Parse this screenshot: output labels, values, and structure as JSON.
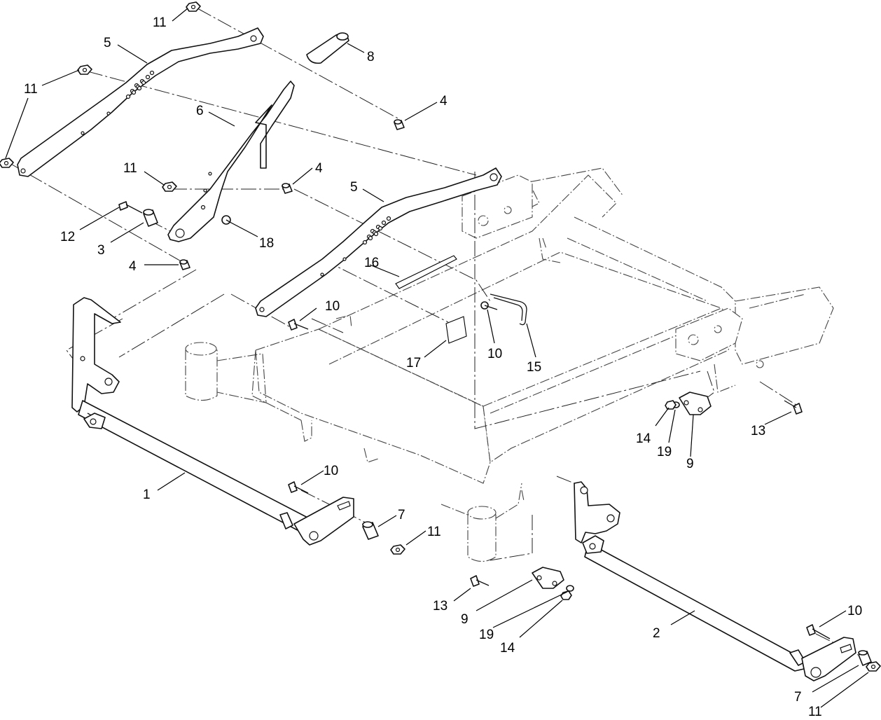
{
  "callouts": {
    "c1": "1",
    "c2": "2",
    "c3": "3",
    "c4a": "4",
    "c4b": "4",
    "c4c": "4",
    "c5a": "5",
    "c5b": "5",
    "c6": "6",
    "c7a": "7",
    "c7b": "7",
    "c8": "8",
    "c9a": "9",
    "c9b": "9",
    "c10a": "10",
    "c10b": "10",
    "c10c": "10",
    "c10d": "10",
    "c11a": "11",
    "c11b": "11",
    "c11c": "11",
    "c11d": "11",
    "c11e": "11",
    "c12": "12",
    "c13a": "13",
    "c13b": "13",
    "c14a": "14",
    "c14b": "14",
    "c15": "15",
    "c16": "16",
    "c17": "17",
    "c18": "18",
    "c19a": "19",
    "c19b": "19"
  }
}
